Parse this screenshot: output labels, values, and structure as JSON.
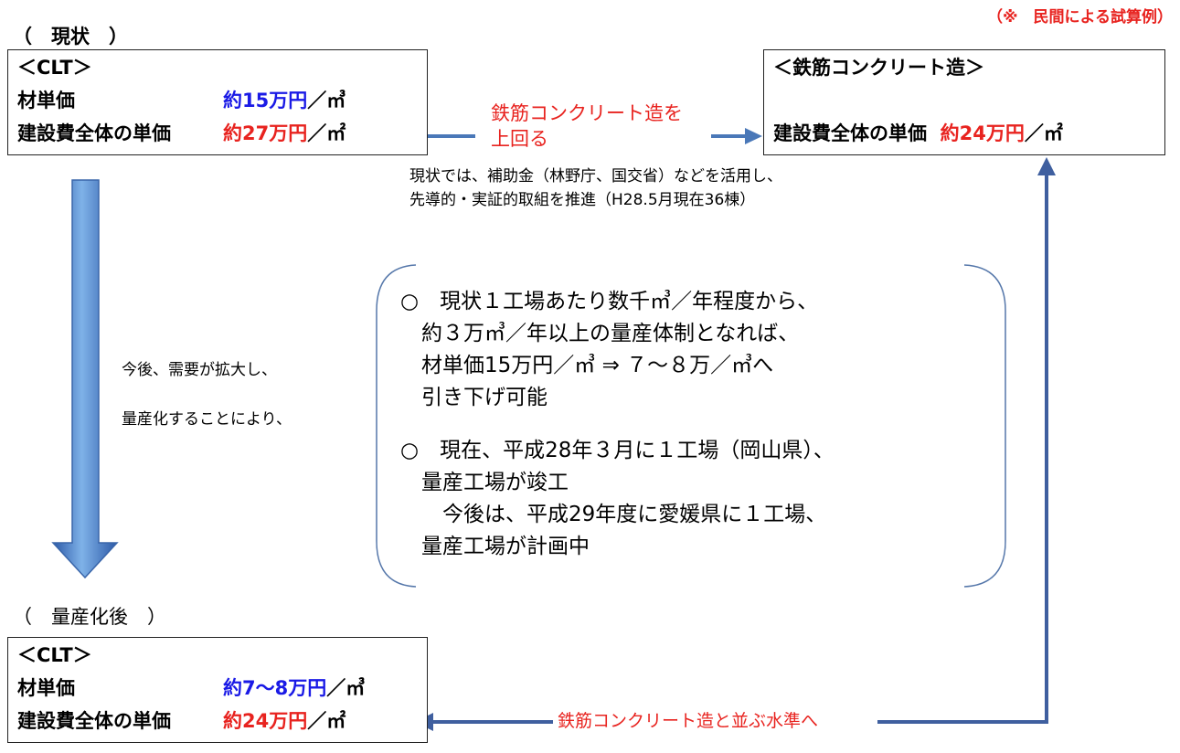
{
  "note": "（※　民間による試算例）",
  "current": {
    "heading": "（　現状　）",
    "title": "＜CLT＞",
    "material_label": "材単価",
    "material_value": "約15万円",
    "material_unit": "／㎥",
    "construction_label": "建設費全体の単価",
    "construction_value": "約27万円",
    "construction_unit": "／㎡"
  },
  "rc": {
    "title": "＜鉄筋コンクリート造＞",
    "construction_label": "建設費全体の単価",
    "construction_value": "約24万円",
    "construction_unit": "／㎡"
  },
  "exceed_label_1": "鉄筋コンクリート造を",
  "exceed_label_2": "上回る",
  "subsidy_note_1": "現状では、補助金（林野庁、国交省）などを活用し、",
  "subsidy_note_2": "先導的・実証的取組を推進（H28.5月現在36棟）",
  "demand_text_1": "今後、需要が拡大し、",
  "demand_text_2": "量産化することにより、",
  "bullets": [
    "○　現状１工場あたり数千㎥／年程度から、",
    "　約３万㎥／年以上の量産体制となれば、",
    "　材単価15万円／㎥ ⇒ ７～８万／㎥へ",
    "　引き下げ可能",
    "○　現在、平成28年３月に１工場（岡山県）、",
    "　量産工場が竣工",
    "　　今後は、平成29年度に愛媛県に１工場、",
    "　量産工場が計画中"
  ],
  "after": {
    "heading": "（　量産化後　）",
    "title": "＜CLT＞",
    "material_label": "材単価",
    "material_value": "約7～8万円",
    "material_unit": "／㎥",
    "construction_label": "建設費全体の単価",
    "construction_value": "約24万円",
    "construction_unit": "／㎡"
  },
  "parity_label": "鉄筋コンクリート造と並ぶ水準へ",
  "colors": {
    "red": "#e8231f",
    "blue": "#1a1ae6",
    "arrow_blue": "#4a78b8",
    "line_blue": "#3f5f9f"
  }
}
